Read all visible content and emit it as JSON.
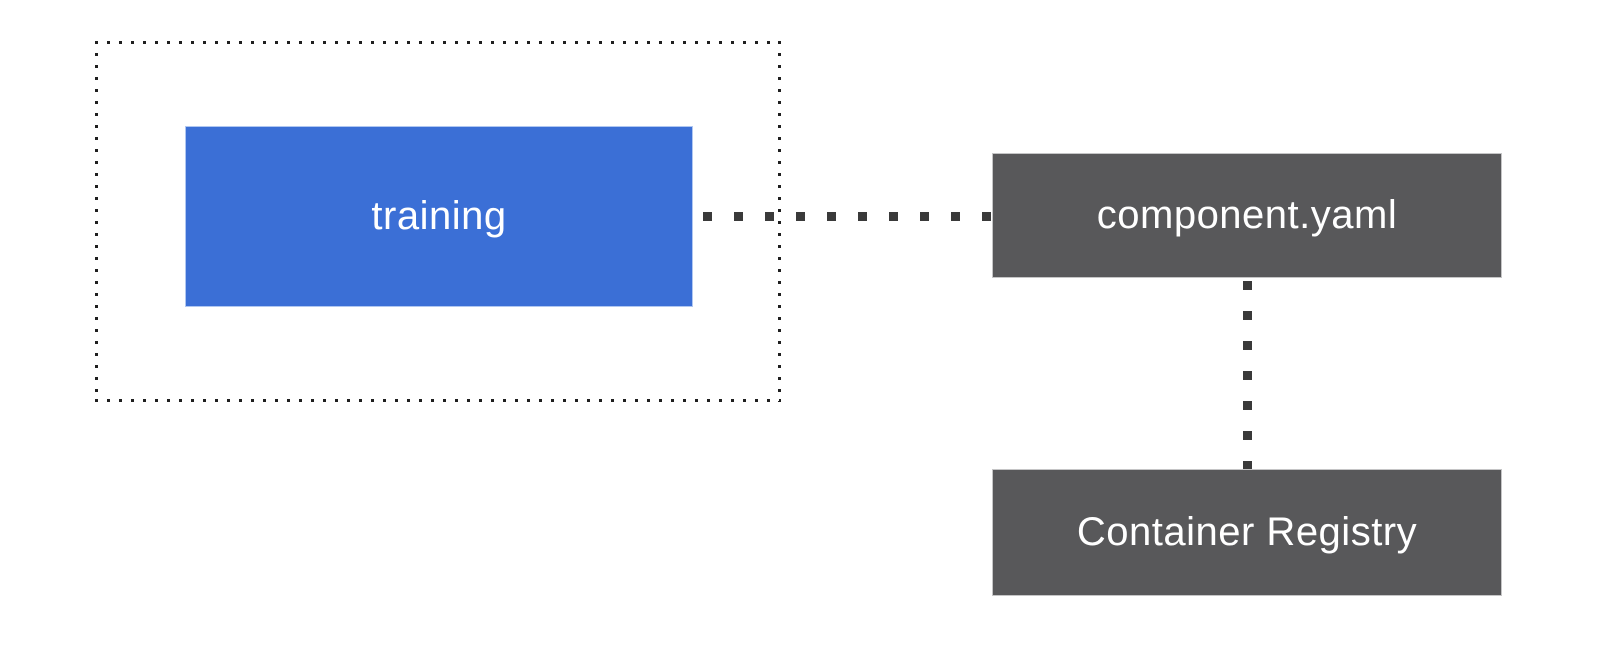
{
  "diagram": {
    "type": "flow-diagram",
    "background": "#ffffff",
    "group": {
      "name": "dotted-boundary",
      "style": "dotted-rectangle",
      "contains": [
        "training"
      ]
    },
    "nodes": {
      "training": {
        "label": "training",
        "fill": "#3b6fd6",
        "text_color": "#ffffff",
        "shape": "rectangle"
      },
      "component_yaml": {
        "label": "component.yaml",
        "fill": "#58585a",
        "text_color": "#ffffff",
        "shape": "rectangle"
      },
      "container_registry": {
        "label": "Container Registry",
        "fill": "#58585a",
        "text_color": "#ffffff",
        "shape": "rectangle"
      }
    },
    "edges": [
      {
        "from": "training",
        "to": "component_yaml",
        "style": "square-dotted",
        "direction": "horizontal",
        "color": "#3a3a3a"
      },
      {
        "from": "component_yaml",
        "to": "container_registry",
        "style": "square-dotted",
        "direction": "vertical",
        "color": "#3a3a3a"
      }
    ],
    "colors": {
      "accent_blue": "#3b6fd6",
      "dark_gray": "#58585a",
      "edge_dot": "#3a3a3a",
      "boundary_dot": "#1f1f1f"
    }
  }
}
